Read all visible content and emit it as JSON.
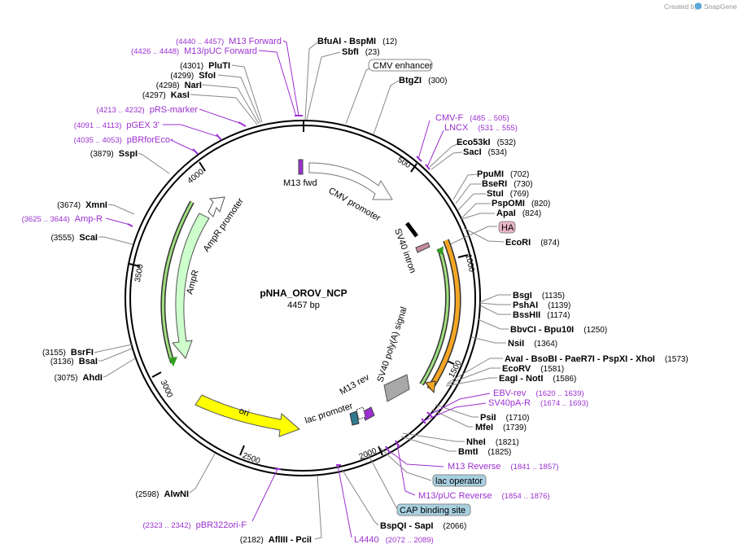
{
  "credit": {
    "prefix": "Created by",
    "brand": "SnapGene"
  },
  "plasmid": {
    "name": "pNHA_OROV_NCP",
    "size": "4457 bp"
  },
  "ring_ticks": [
    "500",
    "1000",
    "1500",
    "2000",
    "2500",
    "3000",
    "3500",
    "4000"
  ],
  "features": {
    "m13_fwd": "M13 fwd",
    "cmv_promoter": "CMV promoter",
    "sv40_intron": "SV40 intron",
    "sv40_polya": "SV40 poly(A) signal",
    "m13_rev": "M13 rev",
    "lac_promoter": "lac promoter",
    "ori": "ori",
    "ampr": "AmpR",
    "ampr_promoter": "AmpR promoter"
  },
  "boxed_features": {
    "cmv_enhancer": "CMV enhancer",
    "ha": "HA",
    "lac_operator": "lac operator",
    "cap_binding_site": "CAP binding site"
  },
  "enzymes_top": [
    {
      "name": "BfuAI",
      "sep": " - ",
      "name2": "BspMI",
      "pos": "(12)"
    },
    {
      "name": "SbfI",
      "pos": "(23)"
    },
    {
      "name": "BtgZI",
      "pos": "(300)"
    }
  ],
  "enzymes_left": [
    {
      "pos": "(4301)",
      "name": "PluTI"
    },
    {
      "pos": "(4299)",
      "name": "SfoI"
    },
    {
      "pos": "(4298)",
      "name": "NarI"
    },
    {
      "pos": "(4297)",
      "name": "KasI"
    },
    {
      "pos": "(3879)",
      "name": "SspI"
    },
    {
      "pos": "(3674)",
      "name": "XmnI"
    },
    {
      "pos": "(3555)",
      "name": "ScaI"
    },
    {
      "pos": "(3155)",
      "name": "BsrFI"
    },
    {
      "pos": "(3136)",
      "name": "BsaI"
    },
    {
      "pos": "(3075)",
      "name": "AhdI"
    },
    {
      "pos": "(2598)",
      "name": "AlwNI"
    },
    {
      "pos": "(2182)",
      "name": "AflIII",
      "sep": " - ",
      "name2": "PciI"
    }
  ],
  "enzymes_right": [
    {
      "name": "Eco53kI",
      "pos": "(532)"
    },
    {
      "name": "SacI",
      "pos": "(534)"
    },
    {
      "name": "PpuMI",
      "pos": "(702)"
    },
    {
      "name": "BseRI",
      "pos": "(730)"
    },
    {
      "name": "StuI",
      "pos": "(769)"
    },
    {
      "name": "PspOMI",
      "pos": "(820)"
    },
    {
      "name": "ApaI",
      "pos": "(824)"
    },
    {
      "name": "EcoRI",
      "pos": "(874)"
    },
    {
      "name": "BsgI",
      "pos": "(1135)"
    },
    {
      "name": "PshAI",
      "pos": "(1139)"
    },
    {
      "name": "BssHII",
      "pos": "(1174)"
    },
    {
      "name": "BbvCI",
      "sep": " - ",
      "name2": "Bpu10I",
      "pos": "(1250)"
    },
    {
      "name": "NsiI",
      "pos": "(1364)"
    },
    {
      "name": "AvaI",
      "sep": " - ",
      "name2": "BsoBI",
      "sep2": " - ",
      "name3": "PaeR7I",
      "sep3": " - ",
      "name4": "PspXI",
      "sep4": " - ",
      "name5": "XhoI",
      "pos": "(1573)"
    },
    {
      "name": "EcoRV",
      "pos": "(1581)"
    },
    {
      "name": "EagI",
      "sep": " - ",
      "name2": "NotI",
      "pos": "(1586)"
    },
    {
      "name": "PsiI",
      "pos": "(1710)"
    },
    {
      "name": "MfeI",
      "pos": "(1739)"
    },
    {
      "name": "NheI",
      "pos": "(1821)"
    },
    {
      "name": "BmtI",
      "pos": "(1825)"
    },
    {
      "name": "BspQI",
      "sep": " - ",
      "name2": "SapI",
      "pos": "(2066)"
    }
  ],
  "primers": [
    {
      "range": "(4440 .. 4457)",
      "name": "M13 Forward"
    },
    {
      "range": "(4426 .. 4448)",
      "name": "M13/pUC Forward"
    },
    {
      "range": "(4213 .. 4232)",
      "name": "pRS-marker"
    },
    {
      "range": "(4091 .. 4113)",
      "name": "pGEX 3'"
    },
    {
      "range": "(4035 .. 4053)",
      "name": "pBRforEco"
    },
    {
      "range": "(3625 .. 3644)",
      "name": "Amp-R"
    },
    {
      "name": "CMV-F",
      "range": "(485 .. 505)"
    },
    {
      "name": "LNCX",
      "range": "(531 .. 555)"
    },
    {
      "name": "EBV-rev",
      "range": "(1620 .. 1639)"
    },
    {
      "name": "SV40pA-R",
      "range": "(1674 .. 1693)"
    },
    {
      "name": "M13 Reverse",
      "range": "(1841 .. 1857)"
    },
    {
      "name": "M13/pUC Reverse",
      "range": "(1854 .. 1876)"
    },
    {
      "range": "(2323 .. 2342)",
      "name": "pBR322ori-F"
    },
    {
      "name": "L4440",
      "range": "(2072 .. 2089)"
    }
  ],
  "colors": {
    "primer": "#9b30d0",
    "ori": "#ffff00",
    "ampr": "#ccffcc",
    "cmv_promoter": "#ffffff",
    "ha_box": "#e8b4c4",
    "lac_box": "#a8d0e0",
    "cds_orange": "#f5a623",
    "cds_green": "#2f9e1f"
  }
}
